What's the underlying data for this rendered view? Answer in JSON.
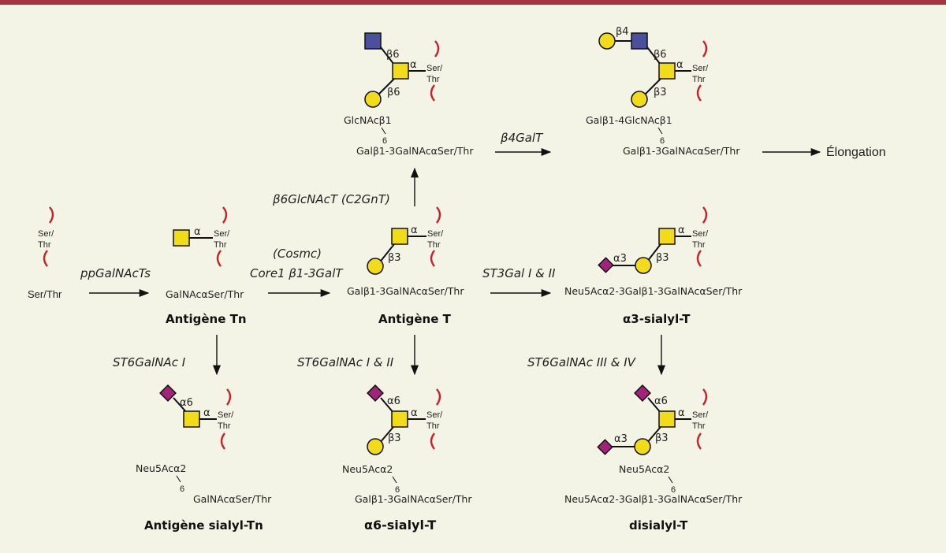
{
  "labels": {
    "tn": "Antigène Tn",
    "t": "Antigène T",
    "a3": "α3-sialyl-T",
    "stn": "Antigène sialyl-Tn",
    "a6": "α6-sialyl-T",
    "di": "disialyl-T",
    "elong": "Élongation"
  },
  "enzymes": {
    "ppgal": "ppGalNAcTs",
    "cosmc": "(Cosmc)",
    "core1": "Core1 β1-3GalT",
    "c2gnt": "β6GlcNAcT (C2GnT)",
    "b4galt": "β4GalT",
    "st3gal": "ST3Gal I & II",
    "st6_1": "ST6GalNAc I",
    "st6_12": "ST6GalNAc I & II",
    "st6_34": "ST6GalNAc III & IV"
  },
  "molecules": {
    "serthr": "Ser/Thr",
    "tn": "GalNAcαSer/Thr",
    "t": "Galβ1-3GalNAcαSer/Thr",
    "a3": "Neu5Acα2-3Galβ1-3GalNAcαSer/Thr",
    "stn_top": "Neu5Acα2",
    "stn_6": "6",
    "stn_bottom": "GalNAcαSer/Thr",
    "a6_top": "Neu5Acα2",
    "a6_6": "6",
    "a6_bottom": "Galβ1-3GalNAcαSer/Thr",
    "di_top": "Neu5Acα2",
    "di_6": "6",
    "di_bottom": "Neu5Acα2-3Galβ1-3GalNAcαSer/Thr",
    "c2_top": "GlcNAcβ1",
    "c2_6": "6",
    "c2_bottom": "Galβ1-3GalNAcαSer/Thr",
    "el_top": "Galβ1-4GlcNAcβ1",
    "el_6": "6",
    "el_bottom": "Galβ1-3GalNAcαSer/Thr"
  },
  "glyph": {
    "ser": "Ser/",
    "thr": "Thr",
    "alpha": "α",
    "alpha3": "α3",
    "alpha6": "α6",
    "beta3": "β3",
    "beta4": "β4",
    "beta6": "β6"
  },
  "colors": {
    "top_border": "#a3353d",
    "background": "#f3f3e6",
    "galnac_gal": "#f2dc19",
    "glcnac": "#4a4f9e",
    "neu5ac": "#a1237a",
    "peptide_arc": "#c4232a"
  }
}
